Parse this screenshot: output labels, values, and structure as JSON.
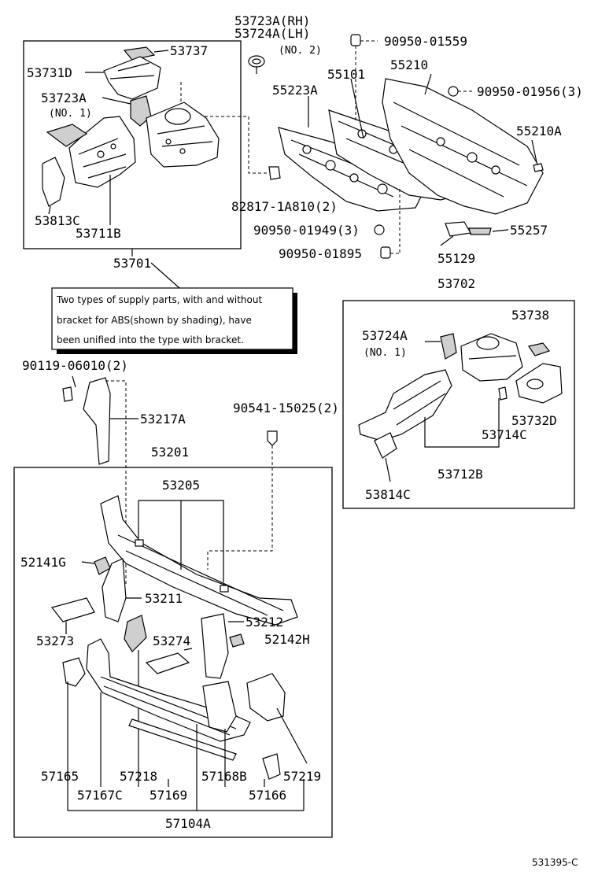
{
  "labels": {
    "p53723A_rh": "53723A(RH)",
    "p53724A_lh": "53724A(LH)",
    "no2": "(NO. 2)",
    "p90950_01559": "90950-01559",
    "p53737": "53737",
    "p53731D": "53731D",
    "p55210": "55210",
    "p55101": "55101",
    "p53723A": "53723A",
    "no1_a": "(NO. 1)",
    "p55223A": "55223A",
    "p90950_01956": "90950-01956(3)",
    "p55210A": "55210A",
    "p53813C": "53813C",
    "p53711B": "53711B",
    "p82817": "82817-1A810(2)",
    "p90950_01949": "90950-01949(3)",
    "p55257": "55257",
    "p90950_01895": "90950-01895",
    "p55129": "55129",
    "p53701": "53701",
    "p53702": "53702",
    "p53738": "53738",
    "p53724A": "53724A",
    "no1_b": "(NO. 1)",
    "p90119": "90119-06010(2)",
    "p53217A": "53217A",
    "p90541": "90541-15025(2)",
    "p53732D": "53732D",
    "p53714C": "53714C",
    "p53201": "53201",
    "p53712B": "53712B",
    "p53814C": "53814C",
    "p53205": "53205",
    "p52141G": "52141G",
    "p53211": "53211",
    "p53212": "53212",
    "p53273": "53273",
    "p53274": "53274",
    "p52142H": "52142H",
    "p57165": "57165",
    "p57218": "57218",
    "p57168B": "57168B",
    "p57219": "57219",
    "p57167C": "57167C",
    "p57169": "57169",
    "p57166": "57166",
    "p57104A": "57104A"
  },
  "note": {
    "line1": "Two types of supply parts, with and without",
    "line2": "bracket for ABS(shown by shading), have",
    "line3": "been unified into the type with bracket."
  },
  "footer": {
    "ref": "531395-C"
  }
}
